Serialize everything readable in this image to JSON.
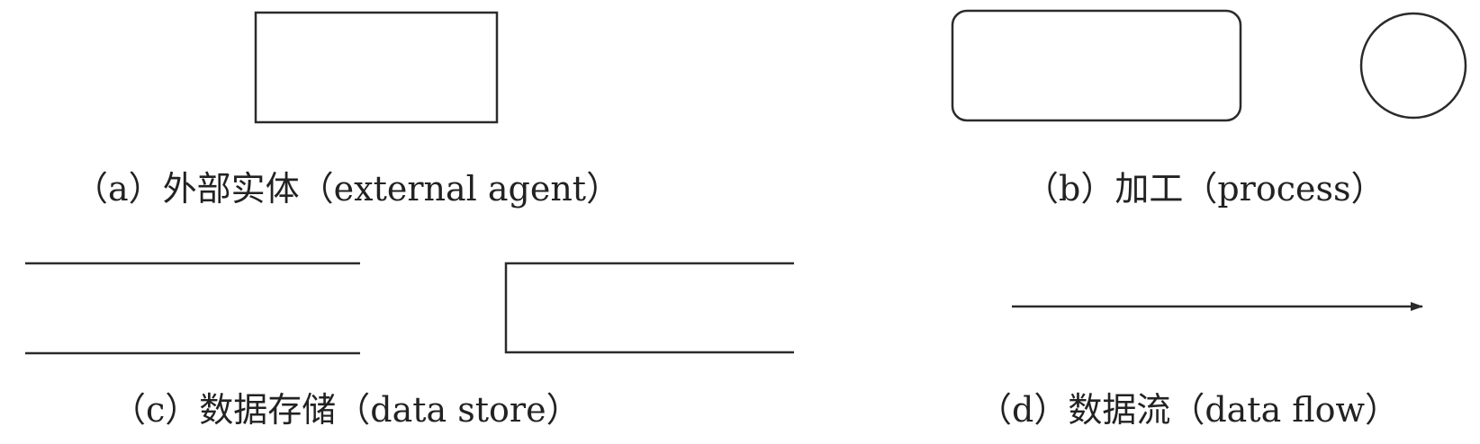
{
  "captions": {
    "external_agent": "（a）外部实体（external agent）",
    "process": "（b）加工（process）",
    "data_store": "（c）数据存储（data store）",
    "data_flow": "（d）数据流（data flow）"
  },
  "colors": {
    "stroke": "#2b2b2b",
    "text": "#222222",
    "background": "#ffffff"
  }
}
